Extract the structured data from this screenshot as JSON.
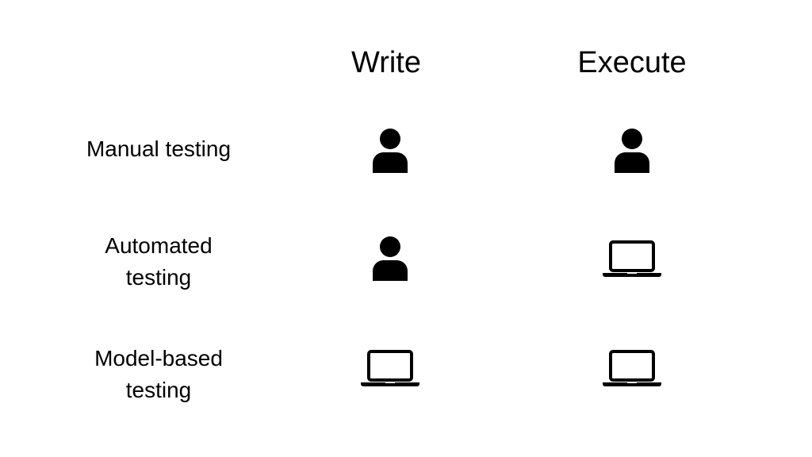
{
  "columns": {
    "write": "Write",
    "execute": "Execute"
  },
  "rows": [
    {
      "label": "Manual testing",
      "write": "person-icon",
      "execute": "person-icon"
    },
    {
      "label_line1": "Automated",
      "label_line2": "testing",
      "write": "person-icon",
      "execute": "laptop-icon"
    },
    {
      "label_line1": "Model-based",
      "label_line2": "testing",
      "write": "laptop-icon",
      "execute": "laptop-icon"
    }
  ],
  "colors": {
    "background": "#ffffff",
    "foreground": "#000000"
  }
}
